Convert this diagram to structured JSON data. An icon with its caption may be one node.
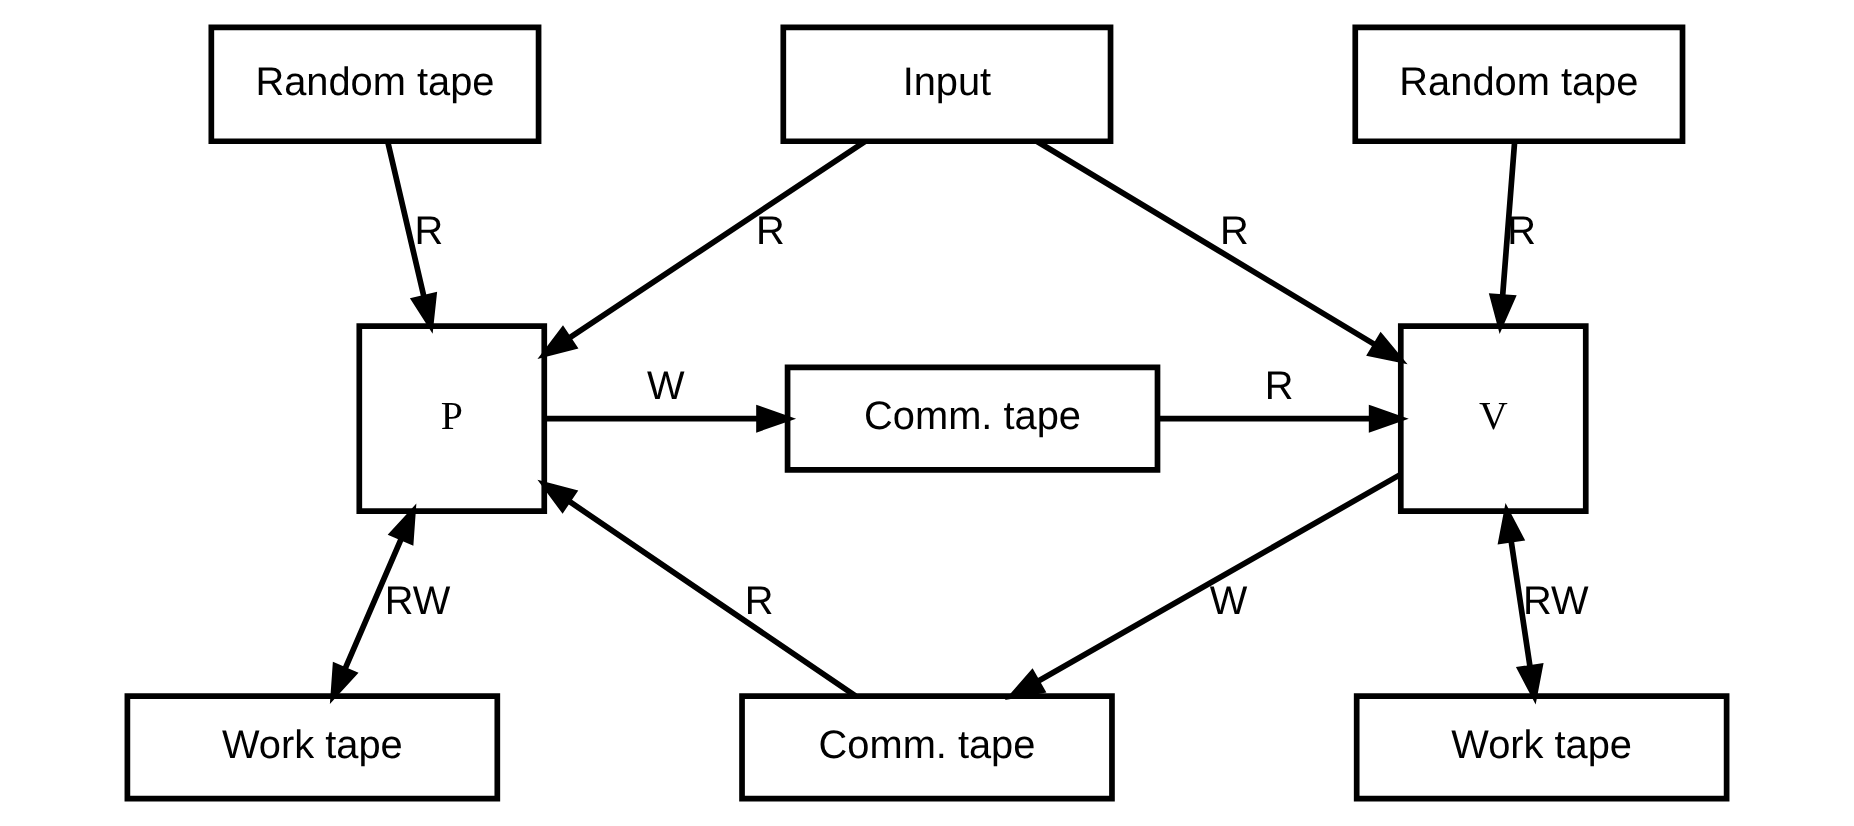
{
  "diagram": {
    "nodes": [
      {
        "text": [
          "Input"
        ]
      },
      {
        "text": [
          "Random tape"
        ]
      },
      {
        "text": [
          "Random tape"
        ]
      },
      {
        "text": [
          "P"
        ]
      },
      {
        "text": [
          "Comm. tape"
        ]
      },
      {
        "text": [
          "V"
        ]
      },
      {
        "text": [
          "Comm. tape"
        ]
      },
      {
        "text": [
          "Work tape"
        ]
      },
      {
        "text": [
          "Work tape"
        ]
      }
    ],
    "edges": [
      {
        "from": 0,
        "to": 3,
        "arrow": "to",
        "label": "R"
      },
      {
        "from": 0,
        "to": 5,
        "arrow": "to",
        "label": "R"
      },
      {
        "from": 1,
        "to": 3,
        "arrow": "to",
        "label": "R"
      },
      {
        "from": 2,
        "to": 5,
        "arrow": "to",
        "label": "R"
      },
      {
        "from": 3,
        "to": 4,
        "arrow": "to",
        "label": "W"
      },
      {
        "from": 4,
        "to": 5,
        "arrow": "to",
        "label": "R"
      },
      {
        "from": 5,
        "to": 6,
        "arrow": "to",
        "label": "W"
      },
      {
        "from": 6,
        "to": 3,
        "arrow": "to",
        "label": "R"
      },
      {
        "from": 3,
        "to": 7,
        "arrow": "both",
        "label": "RW"
      },
      {
        "from": 5,
        "to": 8,
        "arrow": "both",
        "label": "RW"
      }
    ]
  }
}
